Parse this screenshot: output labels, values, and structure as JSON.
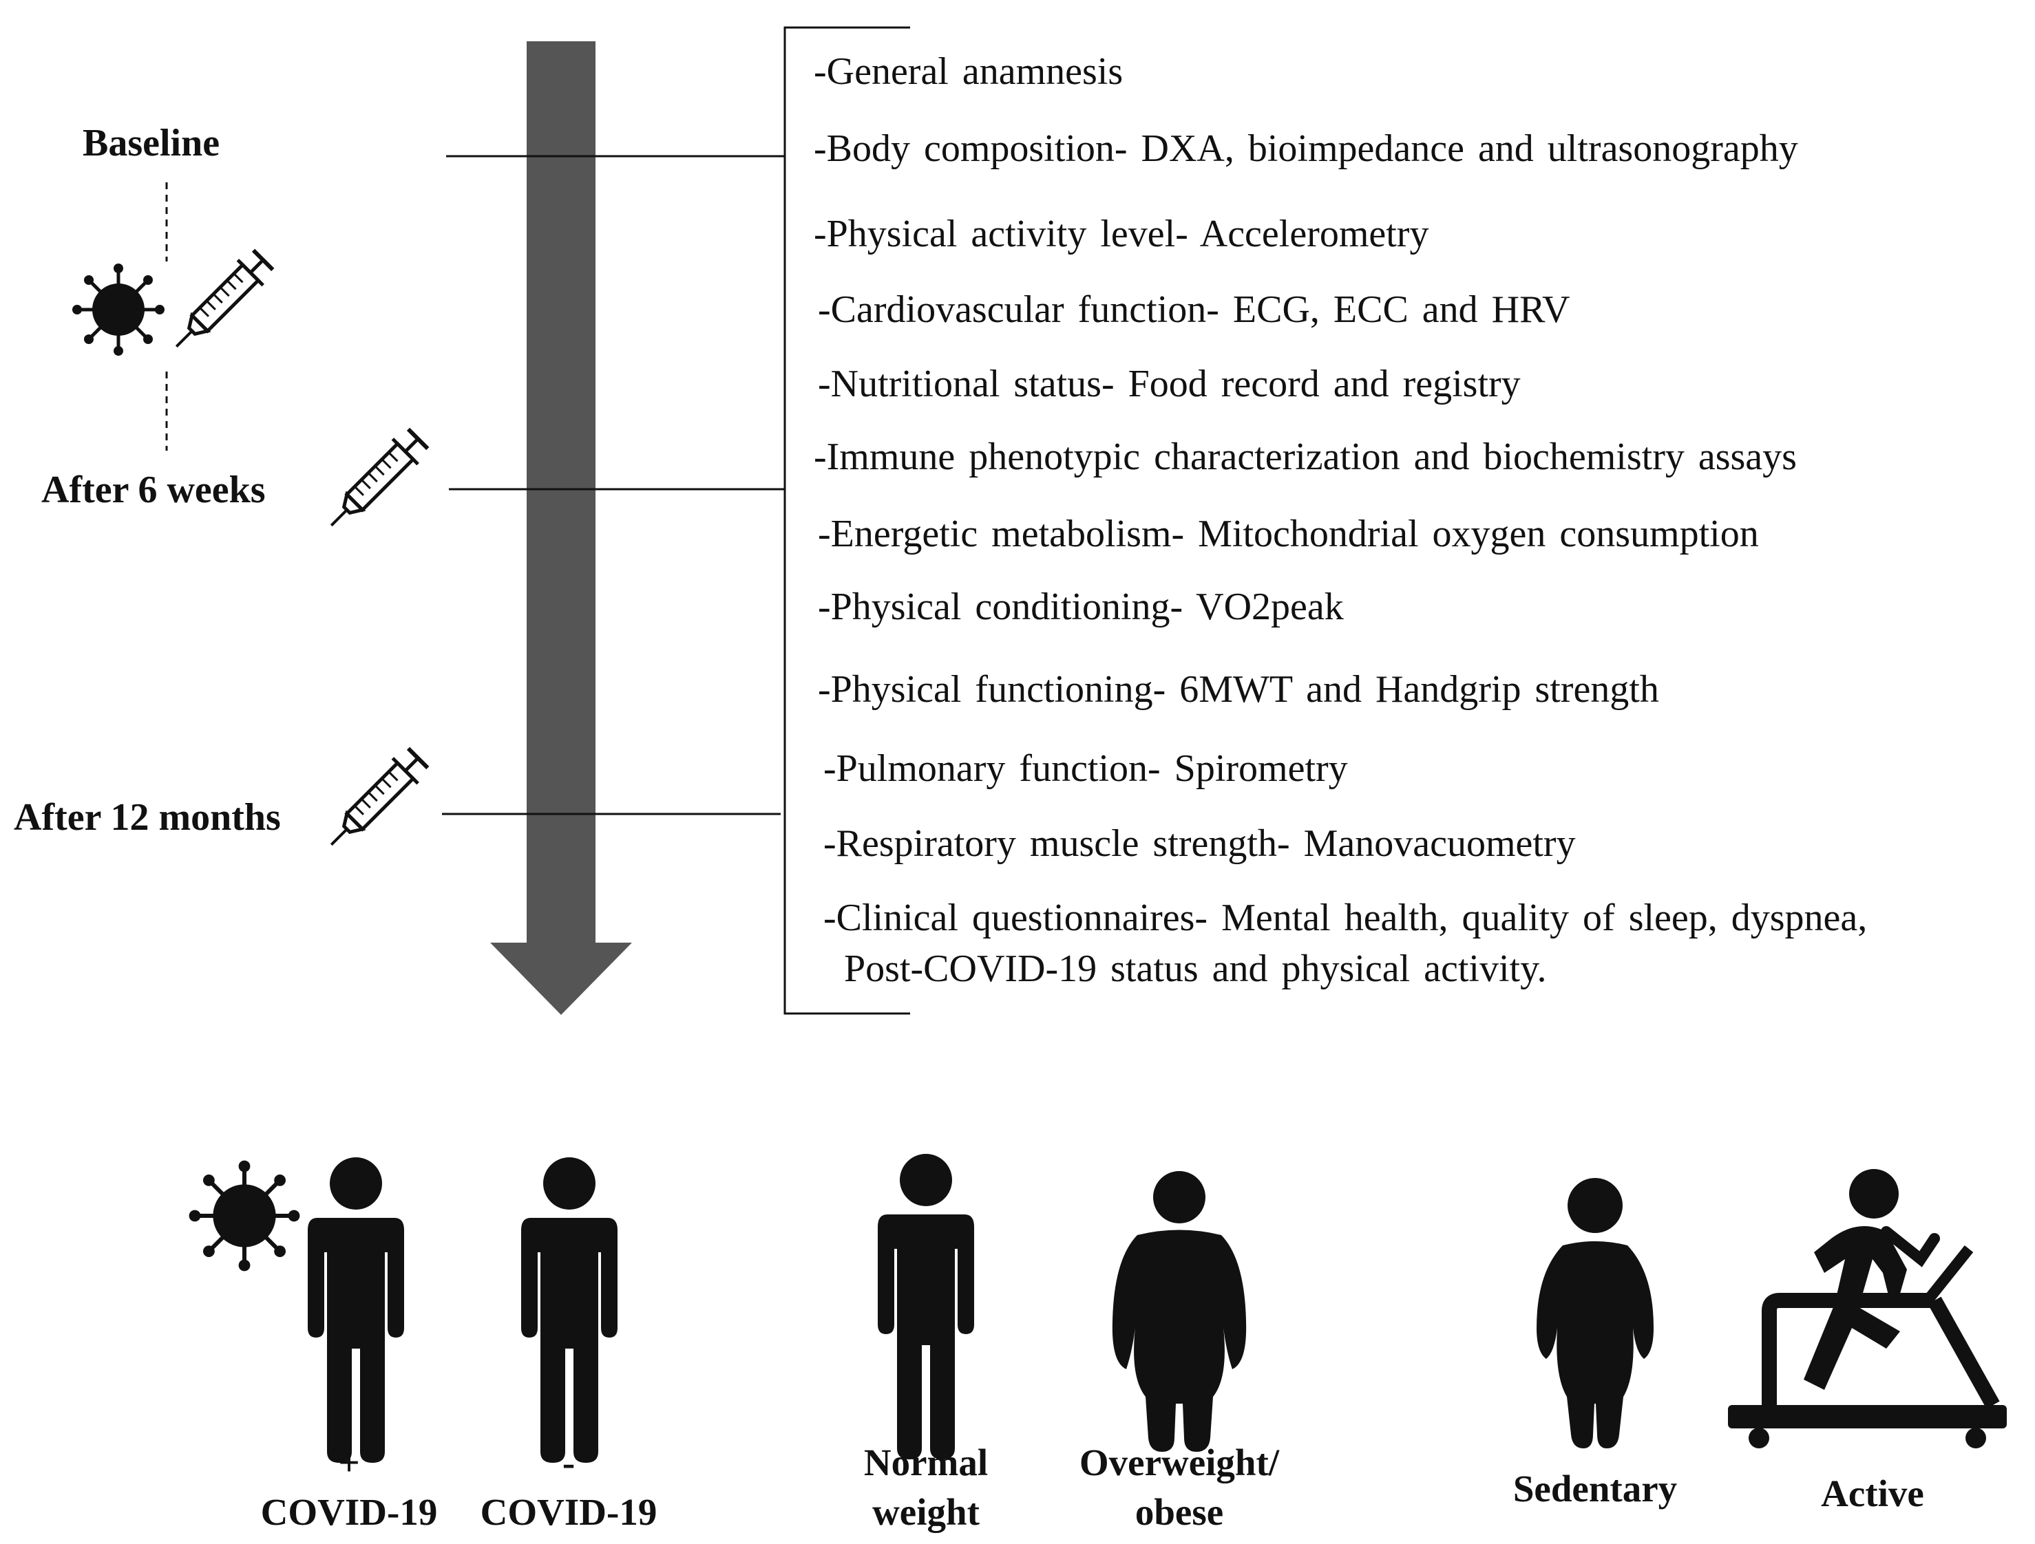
{
  "timepoints": [
    {
      "label": "Baseline"
    },
    {
      "label": "After 6 weeks"
    },
    {
      "label": "After 12 months"
    }
  ],
  "assessments": [
    "-General anamnesis",
    "-Body composition- DXA, bioimpedance and ultrasonography",
    "-Physical activity level- Accelerometry",
    "-Cardiovascular function- ECG, ECC and HRV",
    "-Nutritional status- Food record and registry",
    "-Immune phenotypic characterization and  biochemistry assays",
    "-Energetic metabolism- Mitochondrial oxygen consumption",
    "-Physical conditioning- VO2peak",
    "-Physical functioning- 6MWT and Handgrip strength",
    "-Pulmonary function- Spirometry",
    "-Respiratory muscle strength- Manovacuometry",
    "-Clinical questionnaires- Mental health, quality of sleep,  dyspnea,",
    "Post-COVID-19 status and physical activity."
  ],
  "groups": {
    "covid_pos": {
      "sign": "+",
      "label": "COVID-19"
    },
    "covid_neg": {
      "sign": "-",
      "label": "COVID-19"
    },
    "normal_weight": {
      "line1": "Normal",
      "line2": "weight"
    },
    "overweight": {
      "line1": "Overweight/",
      "line2": "obese"
    },
    "sedentary": {
      "label": "Sedentary"
    },
    "active": {
      "label": "Active"
    }
  },
  "icons": [
    "virus-icon",
    "syringe-icon",
    "person-icon",
    "obese-person-icon",
    "treadmill-runner-icon"
  ]
}
